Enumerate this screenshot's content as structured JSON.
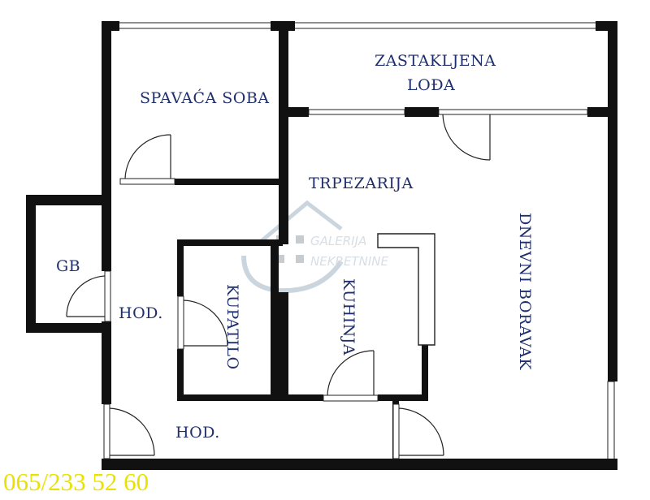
{
  "rooms": {
    "bedroom": "SPAVAĆA SOBA",
    "loggia_line1": "ZASTAKLJENA",
    "loggia_line2": "LOĐA",
    "dining": "TRPEZARIJA",
    "living": "DNEVNI BORAVAK",
    "kitchen": "KUHINJA",
    "bathroom": "KUPATILO",
    "gb": "GB",
    "hallway_upper": "HOD.",
    "hallway_lower": "HOD."
  },
  "watermark": {
    "line1": "GALERIJA",
    "line2": "NEKRETNINE"
  },
  "phone": "065/233 52 60",
  "colors": {
    "label": "#1f2f6b",
    "wall": "#111111",
    "phone": "#e9e200",
    "watermark": "#b7c4cf"
  }
}
